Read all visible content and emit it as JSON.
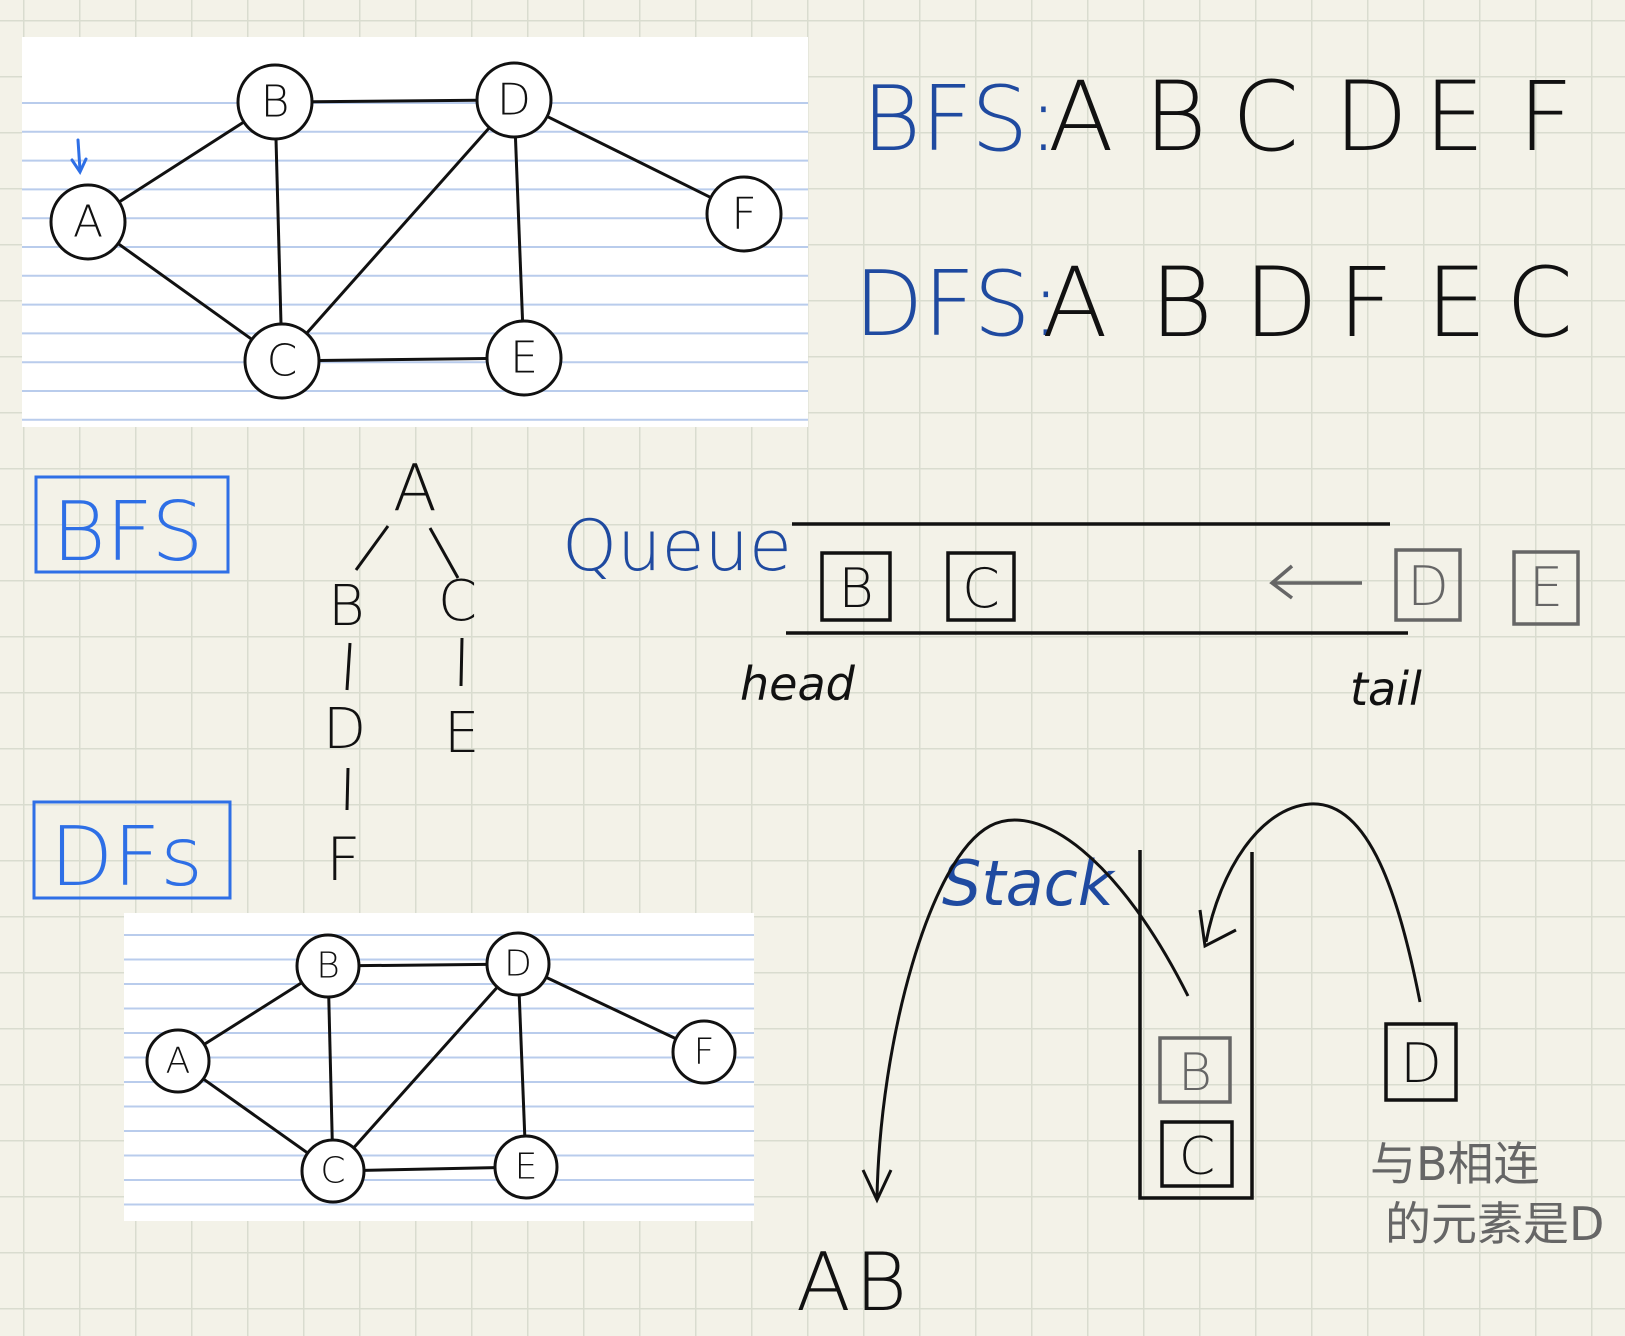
{
  "graph": {
    "nodes": [
      "A",
      "B",
      "C",
      "D",
      "E",
      "F"
    ],
    "edges": [
      [
        "A",
        "B"
      ],
      [
        "A",
        "C"
      ],
      [
        "B",
        "C"
      ],
      [
        "B",
        "D"
      ],
      [
        "C",
        "D"
      ],
      [
        "C",
        "E"
      ],
      [
        "D",
        "E"
      ],
      [
        "D",
        "F"
      ]
    ],
    "start_node": "A"
  },
  "traversals": {
    "bfs_label": "BFS:",
    "bfs_order": [
      "A",
      "B",
      "C",
      "D",
      "E",
      "F"
    ],
    "dfs_label": "DFS:",
    "dfs_order": [
      "A",
      "B",
      "D",
      "F",
      "E",
      "C"
    ]
  },
  "bfs_section": {
    "box_label": "BFS",
    "tree": {
      "root": "A",
      "left": [
        "B",
        "D",
        "F"
      ],
      "right": [
        "C",
        "E"
      ]
    },
    "queue_label": "Queue",
    "queue_items": [
      "B",
      "C"
    ],
    "incoming_items": [
      "D",
      "E"
    ],
    "head_label": "head",
    "tail_label": "tail"
  },
  "dfs_section": {
    "box_label": "DFs",
    "stack_label": "Stack",
    "stack_items": [
      "B",
      "C"
    ],
    "pending_item": "D",
    "note_line1": "与B相连",
    "note_line2": "的元素是D",
    "visited_output": "AB"
  },
  "colors": {
    "ink": "#111111",
    "blue_ink": "#1f4aa0",
    "bright_blue": "#2e6fe6",
    "gray_ink": "#666666",
    "ruled_line": "#b9ccec",
    "paper": "#ffffff"
  }
}
